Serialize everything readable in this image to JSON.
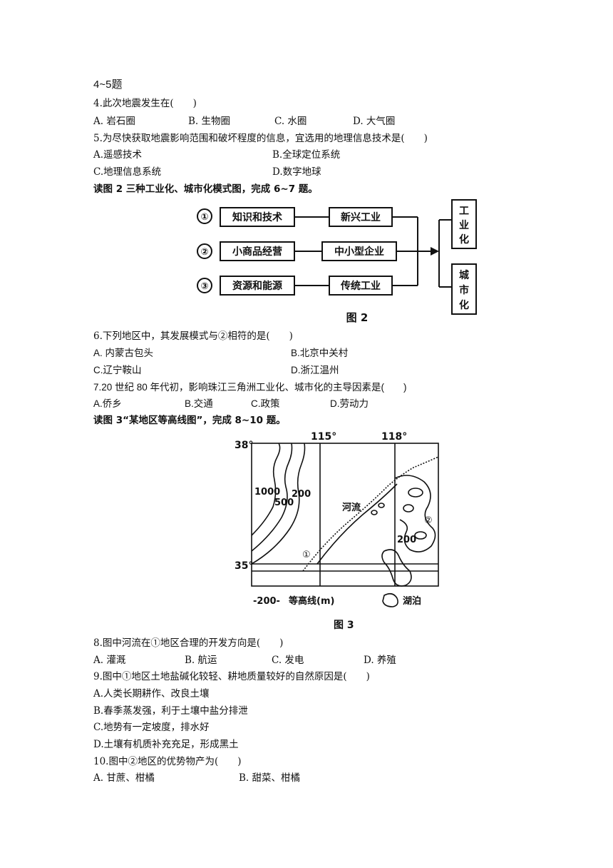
{
  "header": "4~5题",
  "q4": {
    "stem": "4.此次地震发生在(　　)",
    "options": [
      "A.  岩石圈",
      "B.  生物圈",
      "C.  水圈",
      "D.  大气圈"
    ]
  },
  "q5": {
    "stem": "5.为尽快获取地震影响范围和破坏程度的信息，宜选用的地理信息技术是(　　)",
    "options": [
      "A.遥感技术",
      "B.全球定位系统",
      "C.地理信息系统",
      "D.数字地球"
    ]
  },
  "intro2": "读图 2 三种工业化、城市化模式图，完成  6~7 题。",
  "fig2": {
    "nums": [
      "①",
      "②",
      "③"
    ],
    "left": [
      "知识和技术",
      "小商品经营",
      "资源和能源"
    ],
    "mid": [
      "新兴工业",
      "中小型企业",
      "传统工业"
    ],
    "right1": [
      "工",
      "业",
      "化"
    ],
    "right2": [
      "城",
      "市",
      "化"
    ],
    "caption": "图 2"
  },
  "q6": {
    "stem": "6.下列地区中，其发展模式与②相符的是(　　)",
    "options": [
      "A.  内蒙古包头",
      "B.北京中关村",
      "C.辽宁鞍山",
      "D.浙江温州"
    ]
  },
  "q7": {
    "stem": "7.20  世纪  80  年代初，影响珠江三角洲工业化、城市化的主导因素是(　　)",
    "options": [
      "A.侨乡",
      "B.交通",
      "C.政策",
      "D.劳动力"
    ]
  },
  "intro3": "读图 3“某地区等高线图”，完成 8~10 题。",
  "fig3": {
    "lon1": "115°",
    "lon2": "118°",
    "lat1": "38°",
    "lat2": "35°",
    "c1000": "1000",
    "c200a": "200",
    "c500": "500",
    "c200b": "200",
    "river": "河流",
    "m1": "①",
    "m2": "②",
    "legend_contour": "-200-",
    "legend_contour_text": "等高线(m)",
    "legend_lake": "湖泊",
    "caption": "图 3"
  },
  "q8": {
    "stem": "8.图中河流在①地区合理的开发方向是(　　)",
    "options": [
      "A.  灌溉",
      "B.  航运",
      "C.  发电",
      "D.  养殖"
    ]
  },
  "q9": {
    "stem": "9.图中①地区土地盐碱化较轻、耕地质量较好的自然原因是(　　)",
    "options": [
      "A.人类长期耕作、改良土壤",
      "B.春季蒸发强，利于土壤中盐分排泄",
      "C.地势有一定坡度，排水好",
      "D.土壤有机质补充充足，形成黑土"
    ]
  },
  "q10": {
    "stem": "10.图中②地区的优势物产为(　　)",
    "options": [
      "A.  甘蔗、柑橘",
      "B.  甜菜、柑橘"
    ]
  }
}
